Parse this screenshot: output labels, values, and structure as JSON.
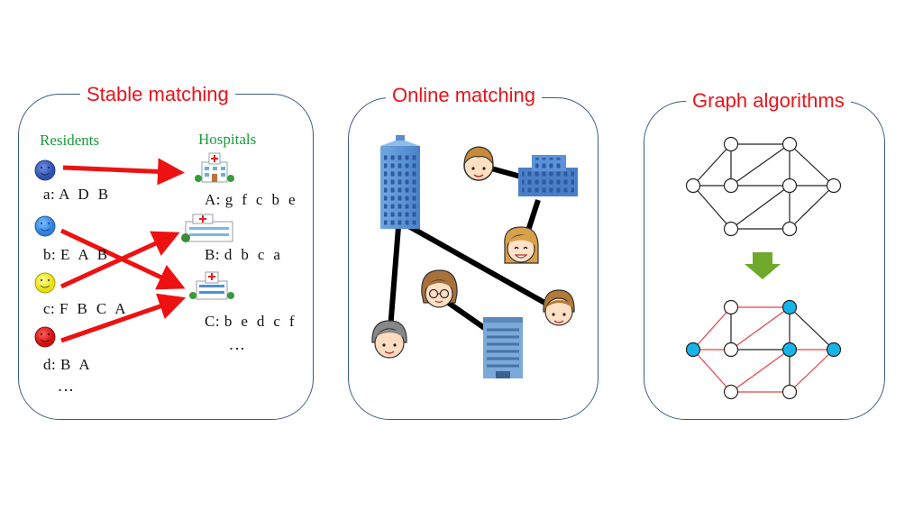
{
  "panels": {
    "stable": {
      "title": "Stable matching",
      "residents_heading": "Residents",
      "hospitals_heading": "Hospitals",
      "residents": [
        {
          "label": "a:",
          "prefs": "A  D  B",
          "color": "#3f5fbf"
        },
        {
          "label": "b:",
          "prefs": "E  A  B",
          "color": "#3f8fe8"
        },
        {
          "label": "c:",
          "prefs": "F  B  C  A",
          "color": "#f2ef1e"
        },
        {
          "label": "d:",
          "prefs": "B  A",
          "color": "#e81e1e"
        }
      ],
      "hospitals": [
        {
          "label": "A:",
          "prefs": "g  f  c  b  e"
        },
        {
          "label": "B:",
          "prefs": "d  b  c  a"
        },
        {
          "label": "C:",
          "prefs": "b  e  d  c  f"
        }
      ],
      "ellipsis": "⋮",
      "arrow_color": "#ee1111"
    },
    "online": {
      "title": "Online matching"
    },
    "graph": {
      "title": "Graph algorithms",
      "highlight_color": "#e84040",
      "node_highlight_color": "#18b4e8",
      "arrow_color": "#6fa82a"
    }
  }
}
